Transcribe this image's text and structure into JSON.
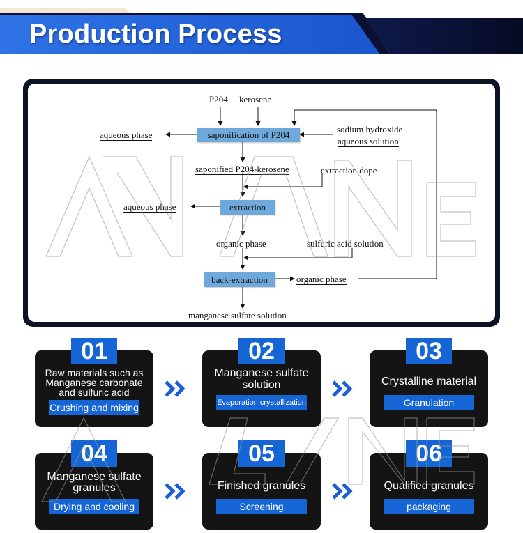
{
  "header": {
    "title": "Production Process"
  },
  "flow": {
    "p204": "P204",
    "kerosene": "kerosene",
    "saponification": "saponification of P204",
    "aqueous_phase_1": "aqueous phase",
    "sodium_hydroxide_line1": "sodium hydroxide",
    "sodium_hydroxide_line2": "aqueous solution",
    "saponified": "saponified P204-kerosene",
    "extraction_dope": "extraction dope",
    "extraction": "extraction",
    "aqueous_phase_2": "aqueous phase",
    "organic_phase_1": "organic phase",
    "sulfuric_acid_solution": "sulfuric acid solution",
    "back_extraction": "back-extraction",
    "organic_phase_2": "organic phase",
    "manganese_sulfate_solution": "manganese sulfate solution"
  },
  "steps": [
    {
      "number": "01",
      "title_lines": [
        "Raw materials such as",
        "Manganese carbonate",
        "and sulfuric acid"
      ],
      "action": "Crushing and mixing"
    },
    {
      "number": "02",
      "title_lines": [
        "Manganese sulfate",
        "solution"
      ],
      "action": "Evaporation crystallization"
    },
    {
      "number": "03",
      "title_lines": [
        "Crystalline material"
      ],
      "action": "Granulation"
    },
    {
      "number": "04",
      "title_lines": [
        "Manganese sulfate",
        "granules"
      ],
      "action": "Drying and cooling"
    },
    {
      "number": "05",
      "title_lines": [
        "Finished granules"
      ],
      "action": "Screening"
    },
    {
      "number": "06",
      "title_lines": [
        "Qualified granules"
      ],
      "action": "packaging"
    }
  ],
  "colors": {
    "accent_blue": "#1565d6",
    "node_blue": "#6fa9dc",
    "card_bg": "#141414",
    "panel_border": "#0d1326"
  },
  "icons": {
    "arrow_between_steps": "double-chevron-right-icon"
  }
}
